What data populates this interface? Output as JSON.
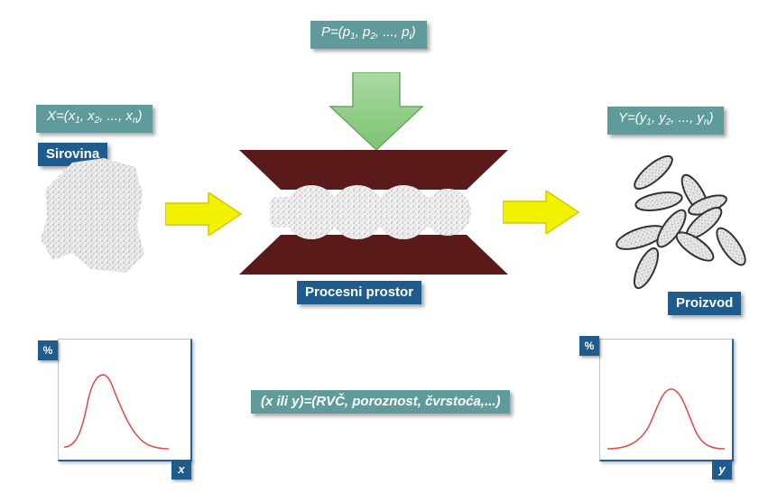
{
  "parameters_label": {
    "prefix": "P=(p",
    "s1": "1",
    "m1": ", p",
    "s2": "2",
    "m2": ", ..., p",
    "s3": "i",
    "suffix": ")"
  },
  "input_label": {
    "prefix": "X=(x",
    "s1": "1",
    "m1": ", x",
    "s2": "2",
    "m2": ", ..., x",
    "s3": "n",
    "suffix": ")"
  },
  "output_label": {
    "prefix": "Y=(y",
    "s1": "1",
    "m1": ", y",
    "s2": "2",
    "m2": ", ..., y",
    "s3": "n",
    "suffix": ")"
  },
  "raw_material_label": "Sirovina",
  "process_space_label": "Procesni prostor",
  "product_label": "Proizvod",
  "properties_label": "(x ili y)=(RVČ, poroznost, čvrstoća,...)",
  "input_plot": {
    "y_label": "%",
    "x_label": "x"
  },
  "output_plot": {
    "y_label": "%",
    "x_label": "y"
  },
  "colors": {
    "teal_label": "#5f9b9a",
    "blue_label": "#1f5b8c",
    "arrow_yellow": "#f2f200",
    "arrow_green": "#8fcf86",
    "chamber_brown": "#5a1a1a",
    "curve_red": "#e05050"
  },
  "icons": [
    "green-down-arrow-icon",
    "yellow-right-arrow-icon",
    "granule-icon"
  ]
}
